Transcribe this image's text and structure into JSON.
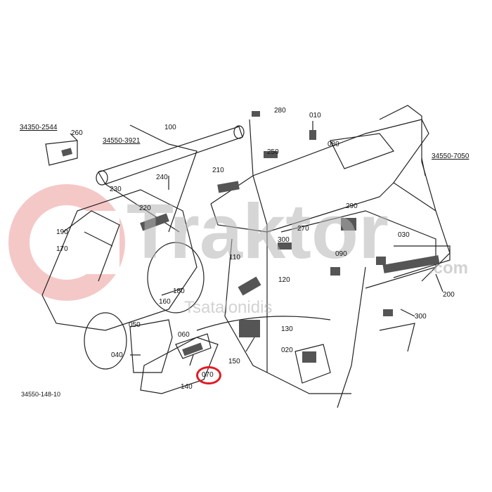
{
  "diagram": {
    "drawing_number": "34550-148-10",
    "highlight_color": "#e01b24",
    "highlighted_part": "070",
    "assembly_codes": [
      "34350-2544",
      "34550-3921",
      "34550-7050"
    ],
    "part_labels": [
      "260",
      "100",
      "280",
      "010",
      "250",
      "080",
      "210",
      "240",
      "230",
      "220",
      "290",
      "190",
      "170",
      "300",
      "270",
      "030",
      "110",
      "090",
      "120",
      "180",
      "160",
      "200",
      "300",
      "050",
      "060",
      "130",
      "040",
      "020",
      "150",
      "140",
      "070"
    ]
  },
  "watermark": {
    "brand": "Traktor",
    ".com": ".com",
    "suffix": ".com",
    "subtitle": "Tsatalonidis",
    "logo_color": "#f4c6c6"
  }
}
